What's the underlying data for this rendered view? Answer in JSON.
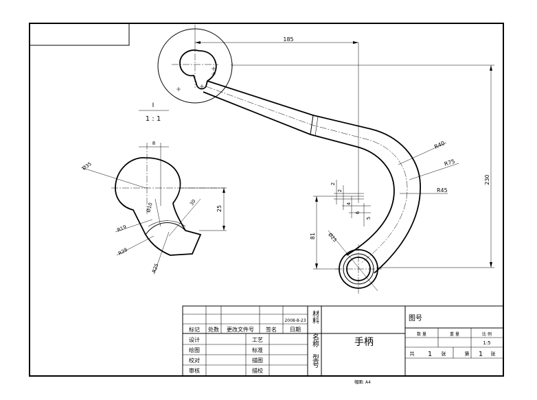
{
  "drawing": {
    "dims": {
      "top_width": "185",
      "height_230": "230",
      "height_81": "81",
      "r40": "R40",
      "r75": "R75",
      "r45": "R45",
      "d25_main": "Ø25",
      "d2a": "2",
      "d2b": "2",
      "d4": "4",
      "d6": "6",
      "d5": "5"
    },
    "section_marker": "I",
    "detail": {
      "label": "I",
      "scale": "1 : 1",
      "d8": "8",
      "d35": "Ø35",
      "d25_height": "25",
      "d30": "30",
      "d10": "Ø10",
      "r19": "R19",
      "r28": "R28",
      "r25": "R25"
    }
  },
  "title_block": {
    "material_label": "材料",
    "name_label": "名称",
    "type_label": "型号",
    "part_name": "手柄",
    "drawing_no_label": "图号",
    "date": "2008-8-23",
    "rev_headers": [
      "标记",
      "处数",
      "更改文件号",
      "签名",
      "日期"
    ],
    "roles_left": [
      "设计",
      "绘图",
      "校对",
      "审核"
    ],
    "roles_right": [
      "工艺",
      "标准",
      "描图",
      "描校"
    ],
    "qty_label": "数  量",
    "weight_label": "重  量",
    "scale_label": "比  例",
    "scale_value": "1:5",
    "total_label": "共",
    "total_value": "1",
    "sheet_unit": "张",
    "page_label": "第",
    "page_value": "1",
    "paper_format": "幅面: A4"
  }
}
